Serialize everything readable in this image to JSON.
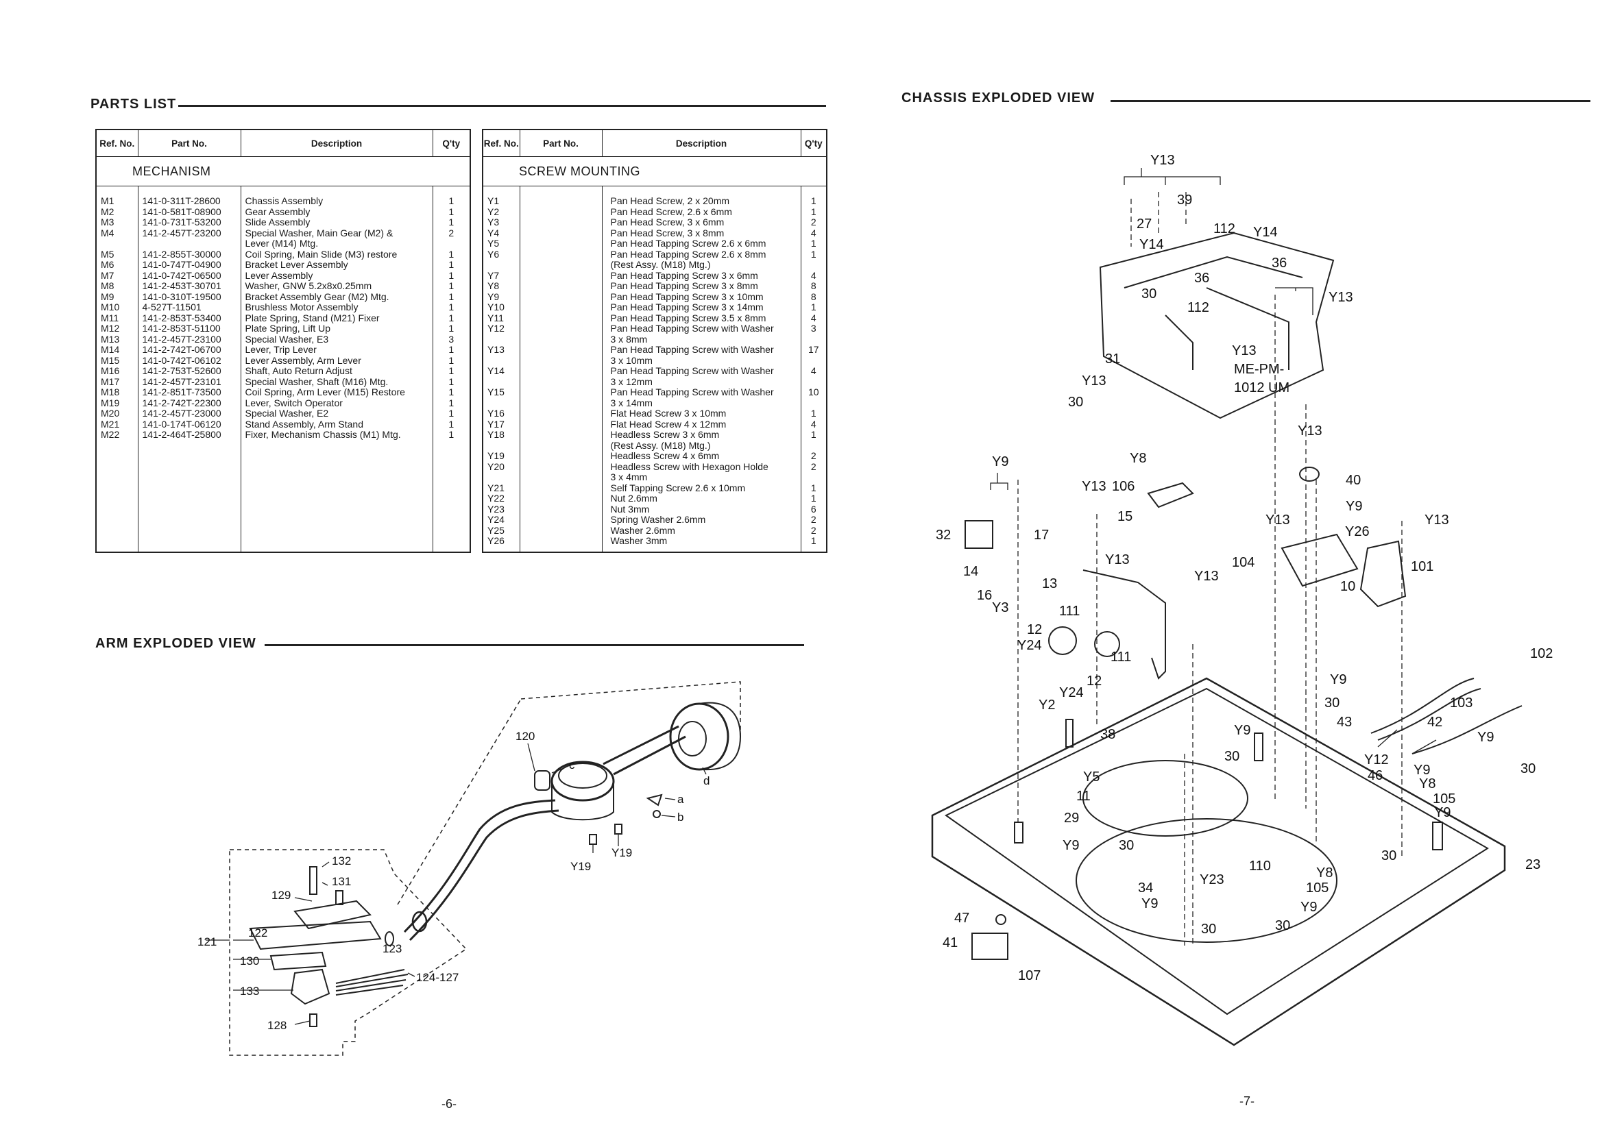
{
  "left_page": {
    "parts_list_title": "PARTS LIST",
    "arm_view_title": "ARM EXPLODED VIEW",
    "page_number": "-6-"
  },
  "right_page": {
    "chassis_view_title": "CHASSIS  EXPLODED VIEW",
    "page_number": "-7-"
  },
  "table_headers": {
    "ref_no": "Ref. No.",
    "part_no": "Part No.",
    "description": "Description",
    "qty": "Q'ty"
  },
  "mechanism": {
    "group_label": "MECHANISM",
    "rows": [
      {
        "ref": "M1",
        "part": "141-0-311T-28600",
        "desc": "Chassis Assembly",
        "qty": "1"
      },
      {
        "ref": "M2",
        "part": "141-0-581T-08900",
        "desc": "Gear Assembly",
        "qty": "1"
      },
      {
        "ref": "M3",
        "part": "141-0-731T-53200",
        "desc": "Slide Assembly",
        "qty": "1"
      },
      {
        "ref": "M4",
        "part": "141-2-457T-23200",
        "desc": "Special Washer, Main Gear (M2) &",
        "qty": "2"
      },
      {
        "ref": "",
        "part": "",
        "desc": "    Lever (M14) Mtg.",
        "qty": ""
      },
      {
        "ref": "M5",
        "part": "141-2-855T-30000",
        "desc": "Coil Spring, Main Slide (M3) restore",
        "qty": "1"
      },
      {
        "ref": "M6",
        "part": "141-0-747T-04900",
        "desc": "Bracket Lever Assembly",
        "qty": "1"
      },
      {
        "ref": "M7",
        "part": "141-0-742T-06500",
        "desc": "Lever Assembly",
        "qty": "1"
      },
      {
        "ref": "M8",
        "part": "141-2-453T-30701",
        "desc": "Washer, GNW 5.2x8x0.25mm",
        "qty": "1"
      },
      {
        "ref": "M9",
        "part": "141-0-310T-19500",
        "desc": "Bracket Assembly Gear (M2) Mtg.",
        "qty": "1"
      },
      {
        "ref": "M10",
        "part": "4-527T-11501",
        "desc": "Brushless Motor Assembly",
        "qty": "1"
      },
      {
        "ref": "M11",
        "part": "141-2-853T-53400",
        "desc": "Plate Spring, Stand (M21) Fixer",
        "qty": "1"
      },
      {
        "ref": "M12",
        "part": "141-2-853T-51100",
        "desc": "Plate Spring, Lift Up",
        "qty": "1"
      },
      {
        "ref": "M13",
        "part": "141-2-457T-23100",
        "desc": "Special Washer, E3",
        "qty": "3"
      },
      {
        "ref": "M14",
        "part": "141-2-742T-06700",
        "desc": "Lever, Trip Lever",
        "qty": "1"
      },
      {
        "ref": "M15",
        "part": "141-0-742T-06102",
        "desc": "Lever Assembly, Arm Lever",
        "qty": "1"
      },
      {
        "ref": "M16",
        "part": "141-2-753T-52600",
        "desc": "Shaft, Auto Return Adjust",
        "qty": "1"
      },
      {
        "ref": "M17",
        "part": "141-2-457T-23101",
        "desc": "Special Washer, Shaft (M16) Mtg.",
        "qty": "1"
      },
      {
        "ref": "M18",
        "part": "141-2-851T-73500",
        "desc": "Coil Spring, Arm Lever (M15) Restore",
        "qty": "1"
      },
      {
        "ref": "M19",
        "part": "141-2-742T-22300",
        "desc": "Lever, Switch Operator",
        "qty": "1"
      },
      {
        "ref": "M20",
        "part": "141-2-457T-23000",
        "desc": "Special Washer, E2",
        "qty": "1"
      },
      {
        "ref": "M21",
        "part": "141-0-174T-06120",
        "desc": "Stand Assembly, Arm Stand",
        "qty": "1"
      },
      {
        "ref": "M22",
        "part": "141-2-464T-25800",
        "desc": "Fixer, Mechanism Chassis (M1) Mtg.",
        "qty": "1"
      }
    ]
  },
  "screws": {
    "group_label": "SCREW MOUNTING",
    "rows": [
      {
        "ref": "Y1",
        "desc": "Pan Head Screw, 2 x 20mm",
        "qty": "1"
      },
      {
        "ref": "Y2",
        "desc": "Pan Head Screw, 2.6 x 6mm",
        "qty": "1"
      },
      {
        "ref": "Y3",
        "desc": "Pan Head Screw, 3 x 6mm",
        "qty": "2"
      },
      {
        "ref": "Y4",
        "desc": "Pan Head Screw, 3 x 8mm",
        "qty": "4"
      },
      {
        "ref": "Y5",
        "desc": "Pan Head Tapping Screw 2.6 x 6mm",
        "qty": "1"
      },
      {
        "ref": "Y6",
        "desc": "Pan Head Tapping Screw 2.6 x 8mm",
        "qty": "1"
      },
      {
        "ref": "",
        "desc": "  (Rest Assy. (M18) Mtg.)",
        "qty": ""
      },
      {
        "ref": "Y7",
        "desc": "Pan Head Tapping Screw 3 x 6mm",
        "qty": "4"
      },
      {
        "ref": "Y8",
        "desc": "Pan Head Tapping Screw 3 x 8mm",
        "qty": "8"
      },
      {
        "ref": "Y9",
        "desc": "Pan Head Tapping Screw 3 x 10mm",
        "qty": "8"
      },
      {
        "ref": "Y10",
        "desc": "Pan Head Tapping Screw 3 x 14mm",
        "qty": "1"
      },
      {
        "ref": "Y11",
        "desc": "Pan Head Tapping Screw 3.5 x 8mm",
        "qty": "4"
      },
      {
        "ref": "Y12",
        "desc": "Pan Head Tapping Screw with Washer",
        "qty": "3"
      },
      {
        "ref": "",
        "desc": "  3 x 8mm",
        "qty": ""
      },
      {
        "ref": "Y13",
        "desc": "Pan Head Tapping Screw with Washer",
        "qty": "17"
      },
      {
        "ref": "",
        "desc": "  3 x 10mm",
        "qty": ""
      },
      {
        "ref": "Y14",
        "desc": "Pan Head Tapping Screw with Washer",
        "qty": "4"
      },
      {
        "ref": "",
        "desc": "  3 x 12mm",
        "qty": ""
      },
      {
        "ref": "Y15",
        "desc": "Pan Head Tapping Screw with Washer",
        "qty": "10"
      },
      {
        "ref": "",
        "desc": "  3 x 14mm",
        "qty": ""
      },
      {
        "ref": "Y16",
        "desc": "Flat Head Screw 3 x 10mm",
        "qty": "1"
      },
      {
        "ref": "Y17",
        "desc": "Flat Head Screw 4 x 12mm",
        "qty": "4"
      },
      {
        "ref": "Y18",
        "desc": "Headless Screw 3 x 6mm",
        "qty": "1"
      },
      {
        "ref": "",
        "desc": "  (Rest Assy. (M18) Mtg.)",
        "qty": ""
      },
      {
        "ref": "Y19",
        "desc": "Headless Screw 4 x 6mm",
        "qty": "2"
      },
      {
        "ref": "Y20",
        "desc": "Headless Screw with Hexagon Holde",
        "qty": "2"
      },
      {
        "ref": "",
        "desc": "  3 x 4mm",
        "qty": ""
      },
      {
        "ref": "Y21",
        "desc": "Self Tapping Screw 2.6 x 10mm",
        "qty": "1"
      },
      {
        "ref": "Y22",
        "desc": "Nut 2.6mm",
        "qty": "1"
      },
      {
        "ref": "Y23",
        "desc": "Nut 3mm",
        "qty": "6"
      },
      {
        "ref": "Y24",
        "desc": "Spring Washer 2.6mm",
        "qty": "2"
      },
      {
        "ref": "Y25",
        "desc": "Washer 2.6mm",
        "qty": "2"
      },
      {
        "ref": "Y26",
        "desc": "Washer 3mm",
        "qty": "1"
      }
    ]
  },
  "arm_labels": {
    "l120": "120",
    "lc": "c",
    "ld": "d",
    "la": "a",
    "lb": "b",
    "ly19a": "Y19",
    "ly19b": "Y19",
    "l132": "132",
    "l131": "131",
    "l129": "129",
    "l121": "121",
    "l122": "122",
    "l123": "123",
    "l130": "130",
    "l133": "133",
    "l124": "124-127",
    "l128": "128"
  },
  "chassis_labels": {
    "y13top": "Y13",
    "l39": "39",
    "l27": "27",
    "l112a": "112",
    "y14r": "Y14",
    "y14l": "Y14",
    "l36a": "36",
    "l36b": "36",
    "l30a": "30",
    "y13r": "Y13",
    "l112b": "112",
    "l31": "31",
    "y13m": "Y13",
    "y13l": "Y13",
    "mepm": "ME-PM-",
    "um": "1012 UM",
    "l30b": "30",
    "y13c": "Y13",
    "y9a": "Y9",
    "y8a": "Y8",
    "y13d": "Y13",
    "l106": "106",
    "l40": "40",
    "y9b": "Y9",
    "l15": "15",
    "y13e": "Y13",
    "y26": "Y26",
    "y13f": "Y13",
    "l32": "32",
    "l17": "17",
    "y13g": "Y13",
    "y13h": "Y13",
    "l104": "104",
    "l101": "101",
    "l14": "14",
    "l13": "13",
    "l10": "10",
    "l16": "16",
    "y3": "Y3",
    "l111a": "111",
    "l12a": "12",
    "y24a": "Y24",
    "l111b": "111",
    "l12b": "12",
    "y24b": "Y24",
    "y2": "Y2",
    "l102": "102",
    "y9c": "Y9",
    "l30c": "30",
    "l103": "103",
    "l43": "43",
    "l42": "42",
    "y9d": "Y9",
    "l30d": "30",
    "l38": "38",
    "y9e": "Y9",
    "l30e": "30",
    "y12": "Y12",
    "l46": "46",
    "y9f": "Y9",
    "y8b": "Y8",
    "l105a": "105",
    "y9g": "Y9",
    "y5": "Y5",
    "l11": "11",
    "l29": "29",
    "y9h": "Y9",
    "l30f": "30",
    "l30g": "30",
    "l23": "23",
    "l110": "110",
    "l34": "34",
    "y23": "Y23",
    "y9i": "Y9",
    "y8c": "Y8",
    "l105b": "105",
    "y9j": "Y9",
    "l30h": "30",
    "l30i": "30",
    "l47": "47",
    "l41": "41",
    "l107": "107"
  }
}
